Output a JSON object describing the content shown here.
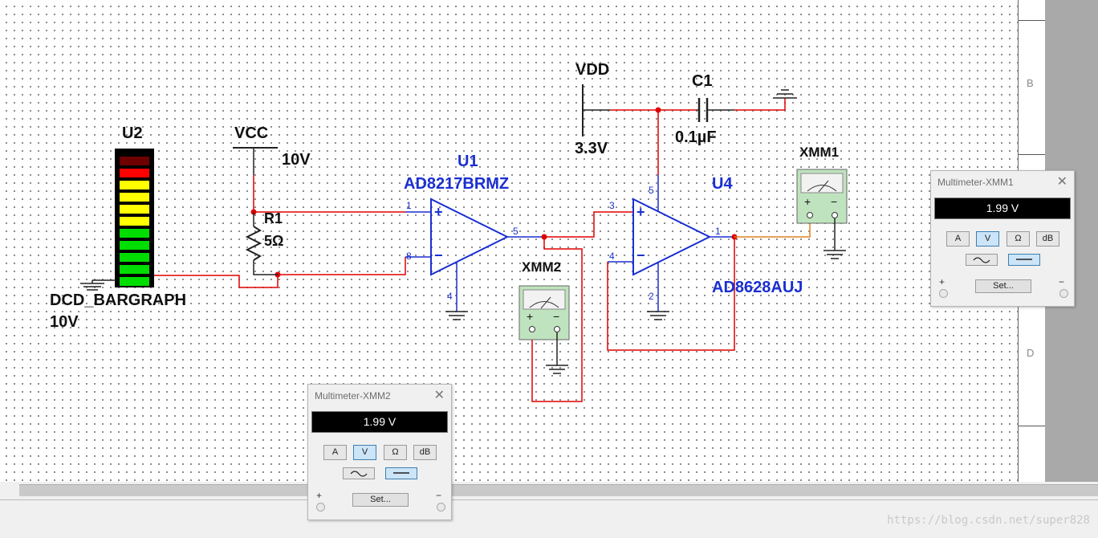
{
  "schematic": {
    "u2": {
      "refdes": "U2",
      "part": "DCD_BARGRAPH",
      "value": "10V",
      "segment_colors": [
        "#6e0000",
        "#ff0000",
        "#ffff00",
        "#ffff00",
        "#ffff00",
        "#ffff00",
        "#00dd00",
        "#00dd00",
        "#00dd00",
        "#00dd00",
        "#00dd00"
      ]
    },
    "vcc": {
      "label": "VCC",
      "value": "10V"
    },
    "r1": {
      "refdes": "R1",
      "value": "5Ω"
    },
    "u1": {
      "refdes": "U1",
      "part": "AD8217BRMZ",
      "pins": {
        "p1": "1",
        "p8": "8",
        "p5": "5",
        "p4": "4"
      }
    },
    "vdd": {
      "label": "VDD",
      "value": "3.3V"
    },
    "c1": {
      "refdes": "C1",
      "value": "0.1µF"
    },
    "u4": {
      "refdes": "U4",
      "part": "AD8628AUJ",
      "pins": {
        "p3": "3",
        "p4": "4",
        "p5": "5",
        "p2": "2",
        "p1": "1"
      }
    },
    "xmm1": {
      "refdes": "XMM1"
    },
    "xmm2": {
      "refdes": "XMM2"
    },
    "opamp_plus": "+",
    "opamp_minus": "−",
    "meter_plus": "+",
    "meter_minus": "−"
  },
  "border_zones": [
    "B",
    "D"
  ],
  "multimeters": [
    {
      "title": "Multimeter-XMM1",
      "reading": "1.99 V",
      "buttons": [
        "A",
        "V",
        "Ω",
        "dB"
      ],
      "selected": "V",
      "mode_selected": "DC",
      "set_label": "Set...",
      "plus": "+",
      "minus": "−",
      "close": "✕"
    },
    {
      "title": "Multimeter-XMM2",
      "reading": "1.99 V",
      "buttons": [
        "A",
        "V",
        "Ω",
        "dB"
      ],
      "selected": "V",
      "mode_selected": "DC",
      "set_label": "Set...",
      "plus": "+",
      "minus": "−",
      "close": "✕"
    }
  ],
  "colors": {
    "wire_red": "#e00000",
    "wire_orange": "#e08020",
    "label_blue": "#1a2fd1"
  },
  "watermark": "https://blog.csdn.net/super828"
}
